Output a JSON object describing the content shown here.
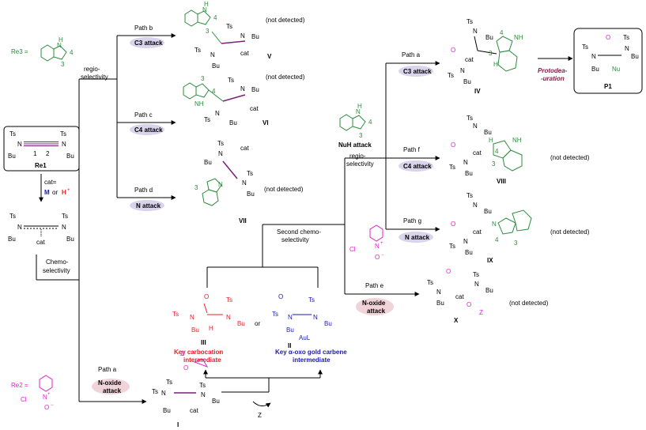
{
  "colors": {
    "green": "#2e8b3e",
    "magenta": "#e020d0",
    "red": "#e8202a",
    "blue": "#1a1ab0",
    "maroon": "#8b1a4a",
    "pill": "#d9d3ec",
    "pill_pink": "#f1d3da",
    "purple_bond": "#7a1f7a"
  },
  "reagents": {
    "re3": "Re3 =",
    "re2": "Re2 =",
    "re1": "Re1",
    "nuh_attack": "NuH attack",
    "cat_label": "cat=",
    "cat_m": "M",
    "cat_or": "or",
    "cat_h": "H",
    "cat_plus": "+"
  },
  "labels": {
    "regioselectivity_1a": "regio-",
    "regioselectivity_1b": "selectivity",
    "chemoselectivity_a": "Chemo-",
    "chemoselectivity_b": "selectivity",
    "second_chemo_a": "Second chemo-",
    "second_chemo_b": "selectivity",
    "regioselectivity_2a": "regio-",
    "regioselectivity_2b": "selectivity",
    "protodeauration_a": "Protodea-",
    "protodeauration_b": "-uration",
    "or": "or",
    "z_leaving": "Z",
    "key_carbocation_a": "Key  carbocation",
    "key_carbocation_b": "intermediate",
    "key_gold_a": "Key α-oxo gold carbene",
    "key_gold_b": "intermediate"
  },
  "paths": [
    {
      "name": "Path b",
      "pill": "C3 attack"
    },
    {
      "name": "Path c",
      "pill": "C4 attack"
    },
    {
      "name": "Path d",
      "pill": "N attack"
    },
    {
      "name": "Path a",
      "pill": "C3 attack"
    },
    {
      "name": "Path f",
      "pill": "C4 attack"
    },
    {
      "name": "Path g",
      "pill": "N attack"
    },
    {
      "name": "Path e",
      "pill_a": "N-oxide",
      "pill_b": "attack"
    },
    {
      "name": "Path a",
      "pill_a": "N-oxide",
      "pill_b": "attack"
    }
  ],
  "compounds": {
    "V": "V",
    "VI": "VI",
    "VII": "VII",
    "IV": "IV",
    "VIII": "VIII",
    "IX": "IX",
    "X": "X",
    "P1": "P1",
    "III": "III",
    "II": "II",
    "I": "I"
  },
  "notes": {
    "not_detected": "(not detected)"
  },
  "atoms": {
    "Ts": "Ts",
    "Bu": "Bu",
    "N": "N",
    "H": "H",
    "NH": "NH",
    "O": "O",
    "cat": "cat",
    "Cl": "Cl",
    "Nu": "Nu",
    "AuL": "AuL",
    "Z": "Z",
    "n1": "1",
    "n2": "2",
    "n3": "3",
    "n4": "4",
    "plus": "+",
    "minus": "−"
  }
}
